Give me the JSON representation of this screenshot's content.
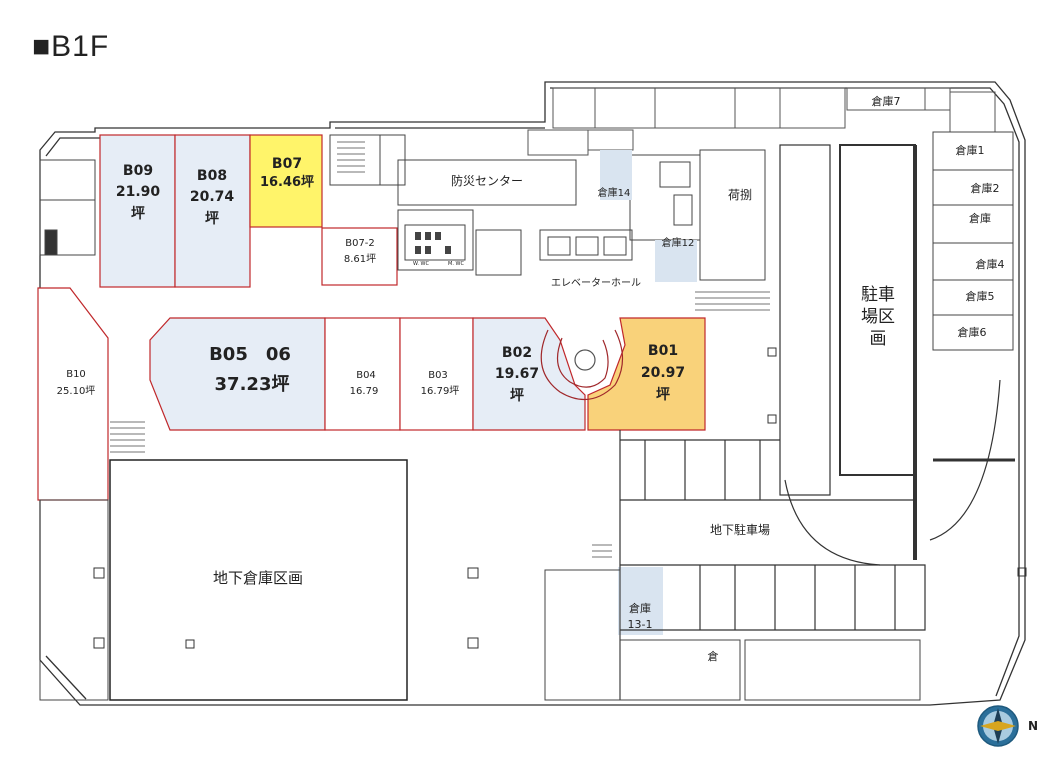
{
  "title": "■B1F",
  "rooms": {
    "b09": {
      "name": "B09",
      "area": "21.90",
      "unit": "坪"
    },
    "b08": {
      "name": "B08",
      "area": "20.74",
      "unit": "坪"
    },
    "b07": {
      "name": "B07",
      "area": "16.46坪"
    },
    "b07_2": {
      "name": "B07-2",
      "area": "8.61坪"
    },
    "b10": {
      "name": "B10",
      "area": "25.10坪"
    },
    "b05": {
      "name": "B05　06",
      "area": "37.23坪"
    },
    "b04": {
      "name": "B04",
      "area": "16.79"
    },
    "b03": {
      "name": "B03",
      "area": "16.79坪"
    },
    "b02": {
      "name": "B02",
      "area": "19.67",
      "unit": "坪"
    },
    "b01": {
      "name": "B01",
      "area": "20.97",
      "unit": "坪"
    }
  },
  "areas": {
    "disaster_center": "防災センター",
    "loading": "荷捌",
    "elevator_hall": "エレベーターホール",
    "parking_zone": [
      "駐車",
      "場区",
      "画"
    ],
    "underground_parking": "地下駐車場",
    "underground_storage": "地下倉庫区画",
    "wc1": "W. WC",
    "wc2": "M. WC"
  },
  "storage": {
    "s1": "倉庫1",
    "s2": "倉庫2",
    "s3": "倉庫",
    "s4": "倉庫4",
    "s5": "倉庫5",
    "s6": "倉庫6",
    "s7": "倉庫7",
    "s12": "倉庫12",
    "s14": "倉庫14",
    "s13_1_a": "倉庫",
    "s13_1_b": "13-1",
    "s_small": "倉"
  },
  "colors": {
    "vacant_fill": "#e6edf6",
    "b07_fill": "#fff46a",
    "b01_fill": "#f9d27a",
    "room_border": "#c0282b",
    "wall": "#333333"
  },
  "compass_letter": "N"
}
